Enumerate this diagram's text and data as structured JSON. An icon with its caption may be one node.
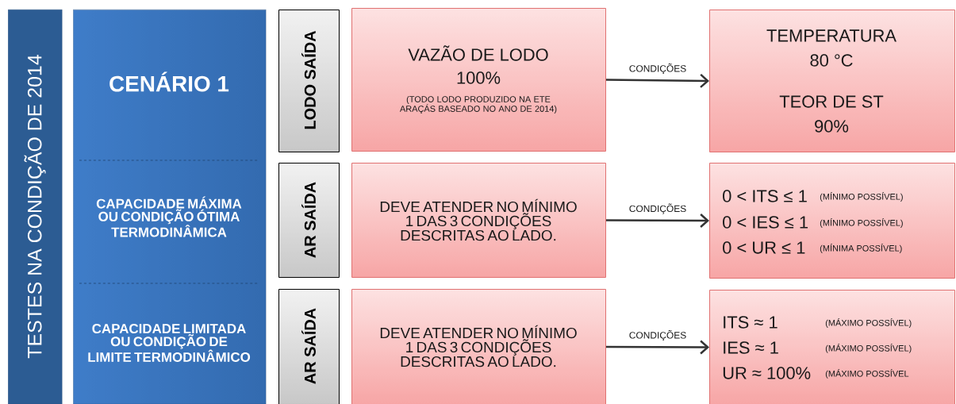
{
  "diagram": {
    "nodes": [
      {
        "text": [
          "TESTES NA CONDIÇÃO DE 2014"
        ]
      },
      {
        "text": [
          "CENÁRIO 1",
          "CAPACIDADE MÁXIMA OU CONDIÇÃO ÓTIMA TERMODINÂMICA",
          "CAPACIDADE LIMITADA OU CONDIÇÃO DE LIMITE TERMODINÂMICO"
        ]
      },
      {
        "text": [
          "LODO SAÍDA"
        ]
      },
      {
        "text": [
          "VAZÃO DE LODO",
          "100%",
          "(TODO LODO PRODUZIDO NA ETE ARAÇÁS BASEADO NO ANO DE 2014)"
        ]
      },
      {
        "text": [
          "TEMPERATURA",
          "80 °C",
          "TEOR DE ST",
          "90%"
        ]
      },
      {
        "text": [
          "AR SAÍDA"
        ]
      },
      {
        "text": [
          "DEVE ATENDER NO MÍNIMO 1 DAS 3 CONDIÇÕES DESCRITAS AO LADO."
        ]
      },
      {
        "text": [
          "0 < ITS ≤ 1",
          "(MÍNIMO POSSÍVEL)",
          "0 < IES ≤ 1",
          "(MÍNIMO POSSÍVEL)",
          "0 < UR ≤ 1",
          "(MÍNIMA POSSÍVEL)"
        ]
      },
      {
        "text": [
          "AR SAÍDA"
        ]
      },
      {
        "text": [
          "DEVE ATENDER NO MÍNIMO 1 DAS 3 CONDIÇÕES DESCRITAS AO LADO."
        ]
      },
      {
        "text": [
          "ITS ≈ 1",
          "(MÁXIMO POSSÍVEL)",
          "IES ≈ 1",
          "(MÁXIMO POSSÍVEL)",
          "UR ≈ 100%",
          "(MÁXIMO POSSÍVEL"
        ]
      }
    ],
    "edges": [
      {
        "from": 3,
        "to": 4,
        "arrow": "to",
        "label": "CONDIÇÕES"
      },
      {
        "from": 6,
        "to": 7,
        "arrow": "to",
        "label": "CONDIÇÕES"
      },
      {
        "from": 9,
        "to": 10,
        "arrow": "to",
        "label": "CONDIÇÕES"
      }
    ]
  }
}
